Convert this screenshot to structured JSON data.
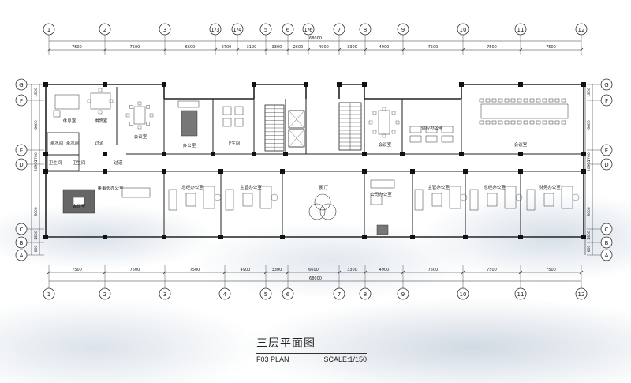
{
  "drawing": {
    "title_cn": "三层平面图",
    "plan_code": "F03 PLAN",
    "scale": "SCALE:1/150",
    "line_color": "#333333",
    "wall_color": "#222222",
    "grid_color": "#555555"
  },
  "axes": {
    "columns": [
      {
        "label": "1"
      },
      {
        "label": "2"
      },
      {
        "label": "3"
      },
      {
        "label": "1/3"
      },
      {
        "label": "1/4"
      },
      {
        "label": "5"
      },
      {
        "label": "6"
      },
      {
        "label": "1/6"
      },
      {
        "label": "7"
      },
      {
        "label": "8"
      },
      {
        "label": "9"
      },
      {
        "label": "10"
      },
      {
        "label": "11"
      },
      {
        "label": "12"
      }
    ],
    "columns_bottom": [
      {
        "label": "1"
      },
      {
        "label": "2"
      },
      {
        "label": "3"
      },
      {
        "label": "4"
      },
      {
        "label": "5"
      },
      {
        "label": "6"
      },
      {
        "label": "7"
      },
      {
        "label": "8"
      },
      {
        "label": "9"
      },
      {
        "label": "10"
      },
      {
        "label": "11"
      },
      {
        "label": "12"
      }
    ],
    "rows": [
      {
        "label": "G"
      },
      {
        "label": "F"
      },
      {
        "label": "E"
      },
      {
        "label": "D"
      },
      {
        "label": "C"
      },
      {
        "label": "B"
      },
      {
        "label": "A"
      }
    ]
  },
  "dimensions": {
    "top_total": "68000",
    "top_segments": [
      "7500",
      "7500",
      "6600",
      "2700",
      "3100",
      "3300",
      "2600",
      "4000",
      "3300",
      "4900",
      "7500",
      "7500",
      "7500"
    ],
    "bottom_total": "68000",
    "bottom_segments": [
      "7500",
      "7500",
      "7500",
      "4900",
      "3300",
      "6600",
      "3300",
      "4900",
      "7500",
      "7500",
      "7500"
    ],
    "left": [
      "1800",
      "6600",
      "2700",
      "20900",
      "8000",
      "1800",
      "600"
    ],
    "right": [
      "1800",
      "6600",
      "2700",
      "20900",
      "8000",
      "1800",
      "600"
    ]
  },
  "rooms": {
    "rest_room": "休息室",
    "chess_room": "棋牌室",
    "meeting_1": "会议室",
    "tea_room_1": "茶水间",
    "tea_room_2": "茶水间",
    "corridor_1": "过道",
    "corridor_2": "过道",
    "wc_1": "卫生间",
    "wc_2": "卫生间",
    "wc_3": "卫生间",
    "small_a": "办公室",
    "chairman": "董事长办公室",
    "meeting_2": "会议室",
    "office_a": "总经办公室",
    "office_b": "主管办公室",
    "hall": "展 厅",
    "meeting_3": "会议室",
    "supply": "供应办公室",
    "meeting_big": "会议室",
    "public": "公司办公室",
    "office_c": "主管办公室",
    "office_d": "总经办公室",
    "office_e": "财务办公室"
  }
}
